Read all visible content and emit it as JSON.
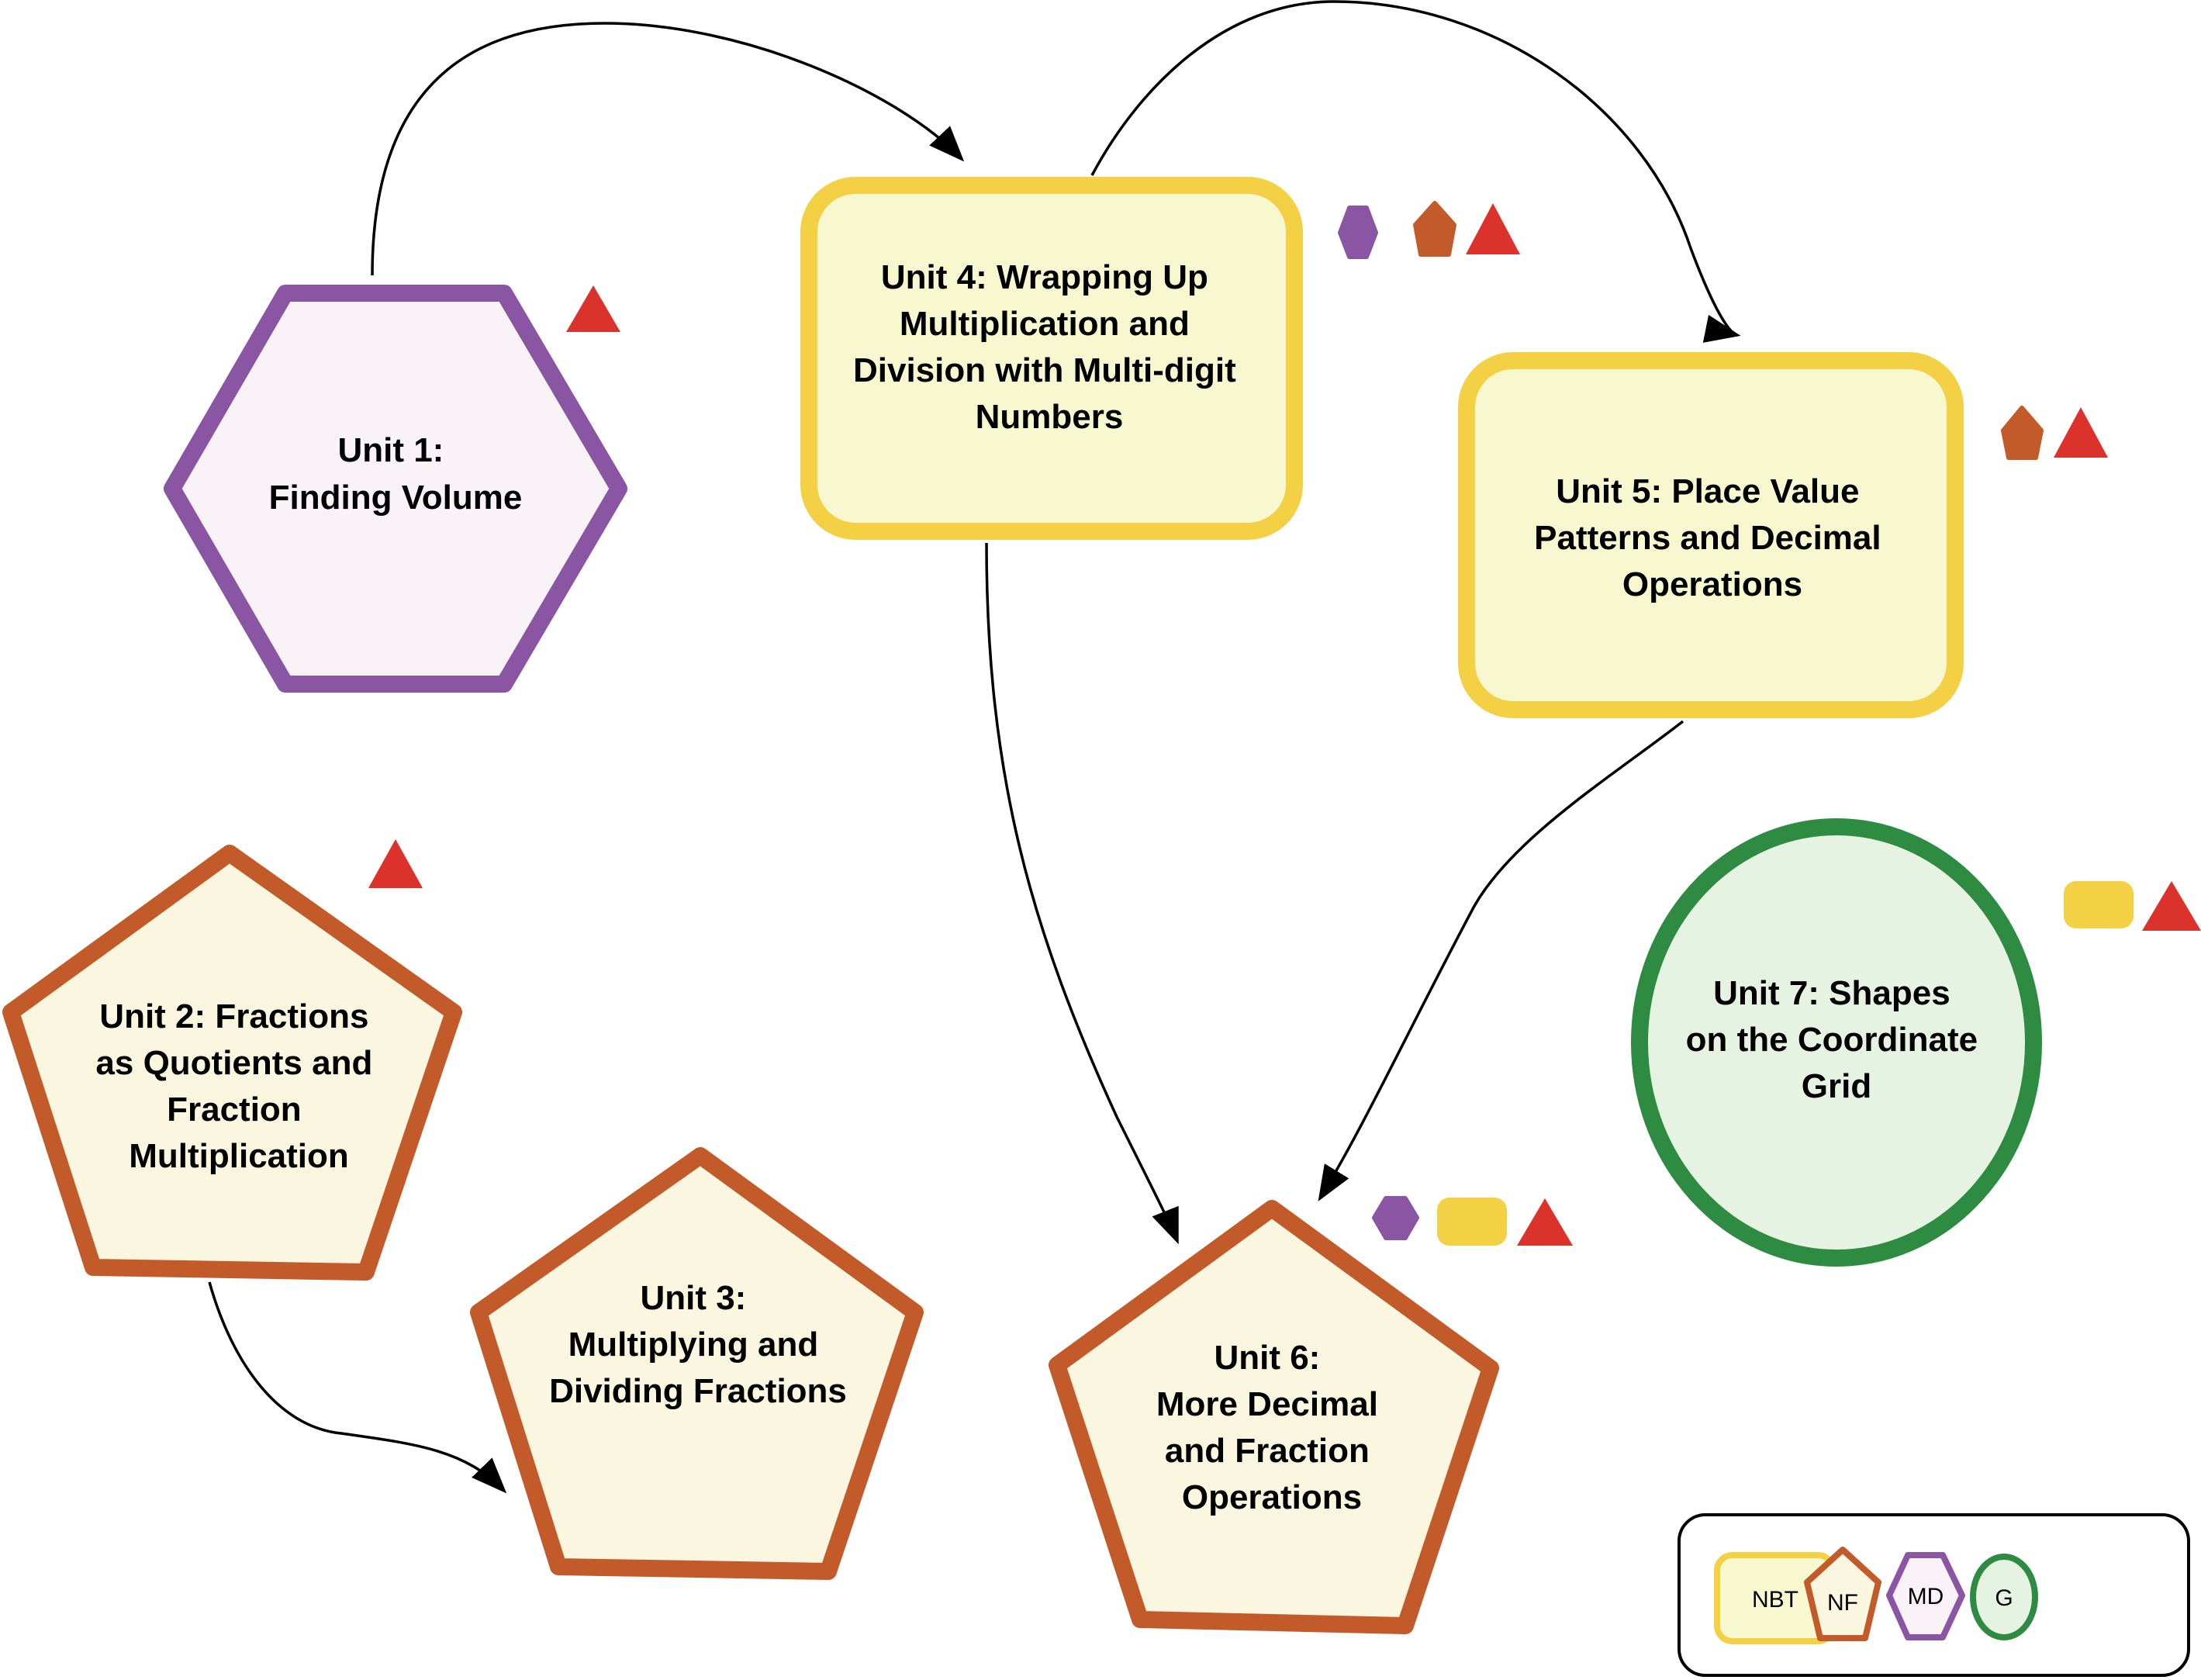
{
  "colors": {
    "nbt_stroke": "#F4D044",
    "nbt_fill": "#F8F8D0",
    "nf_stroke": "#C35A2A",
    "nf_fill": "#FBF6DF",
    "md_stroke": "#8A55A3",
    "md_fill": "#F9F3F8",
    "g_stroke": "#2E8B42",
    "g_fill": "#E6F3E2",
    "indicator_triangle": "#DC322C",
    "arrow": "#000000"
  },
  "units": [
    {
      "id": "unit-1",
      "domain": "MD",
      "shape": "hexagon",
      "lines": [
        "Unit 1:",
        "Finding Volume"
      ],
      "indicators": [
        "triangle"
      ]
    },
    {
      "id": "unit-2",
      "domain": "NF",
      "shape": "pentagon",
      "lines": [
        "Unit 2: Fractions",
        "as Quotients and",
        "Fraction",
        "Multiplication"
      ],
      "indicators": [
        "triangle"
      ]
    },
    {
      "id": "unit-3",
      "domain": "NF",
      "shape": "pentagon",
      "lines": [
        "Unit 3:",
        "Multiplying and",
        "Dividing Fractions"
      ],
      "indicators": []
    },
    {
      "id": "unit-4",
      "domain": "NBT",
      "shape": "rounded-rectangle",
      "lines": [
        "Unit 4:  Wrapping Up",
        "Multiplication and",
        "Division with Multi-digit",
        "Numbers"
      ],
      "indicators": [
        "hexagon",
        "pentagon",
        "triangle"
      ]
    },
    {
      "id": "unit-5",
      "domain": "NBT",
      "shape": "rounded-rectangle",
      "lines": [
        "Unit 5: Place Value",
        "Patterns and Decimal",
        "Operations"
      ],
      "indicators": [
        "pentagon",
        "triangle"
      ]
    },
    {
      "id": "unit-6",
      "domain": "NF",
      "shape": "pentagon",
      "lines": [
        "Unit 6:",
        "More Decimal",
        "and Fraction",
        "Operations"
      ],
      "indicators": [
        "hexagon",
        "rounded-rectangle",
        "triangle"
      ]
    },
    {
      "id": "unit-7",
      "domain": "G",
      "shape": "ellipse",
      "lines": [
        "Unit 7: Shapes",
        "on the Coordinate",
        "Grid"
      ],
      "indicators": [
        "rounded-rectangle",
        "triangle"
      ]
    }
  ],
  "connections": [
    {
      "from": "unit-1",
      "to": "unit-4"
    },
    {
      "from": "unit-4",
      "to": "unit-5"
    },
    {
      "from": "unit-4",
      "to": "unit-6"
    },
    {
      "from": "unit-5",
      "to": "unit-6"
    },
    {
      "from": "unit-2",
      "to": "unit-3"
    }
  ],
  "legend": {
    "items": [
      {
        "label": "NBT",
        "shape": "rounded-rectangle"
      },
      {
        "label": "NF",
        "shape": "pentagon"
      },
      {
        "label": "MD",
        "shape": "hexagon"
      },
      {
        "label": "G",
        "shape": "ellipse"
      }
    ]
  }
}
